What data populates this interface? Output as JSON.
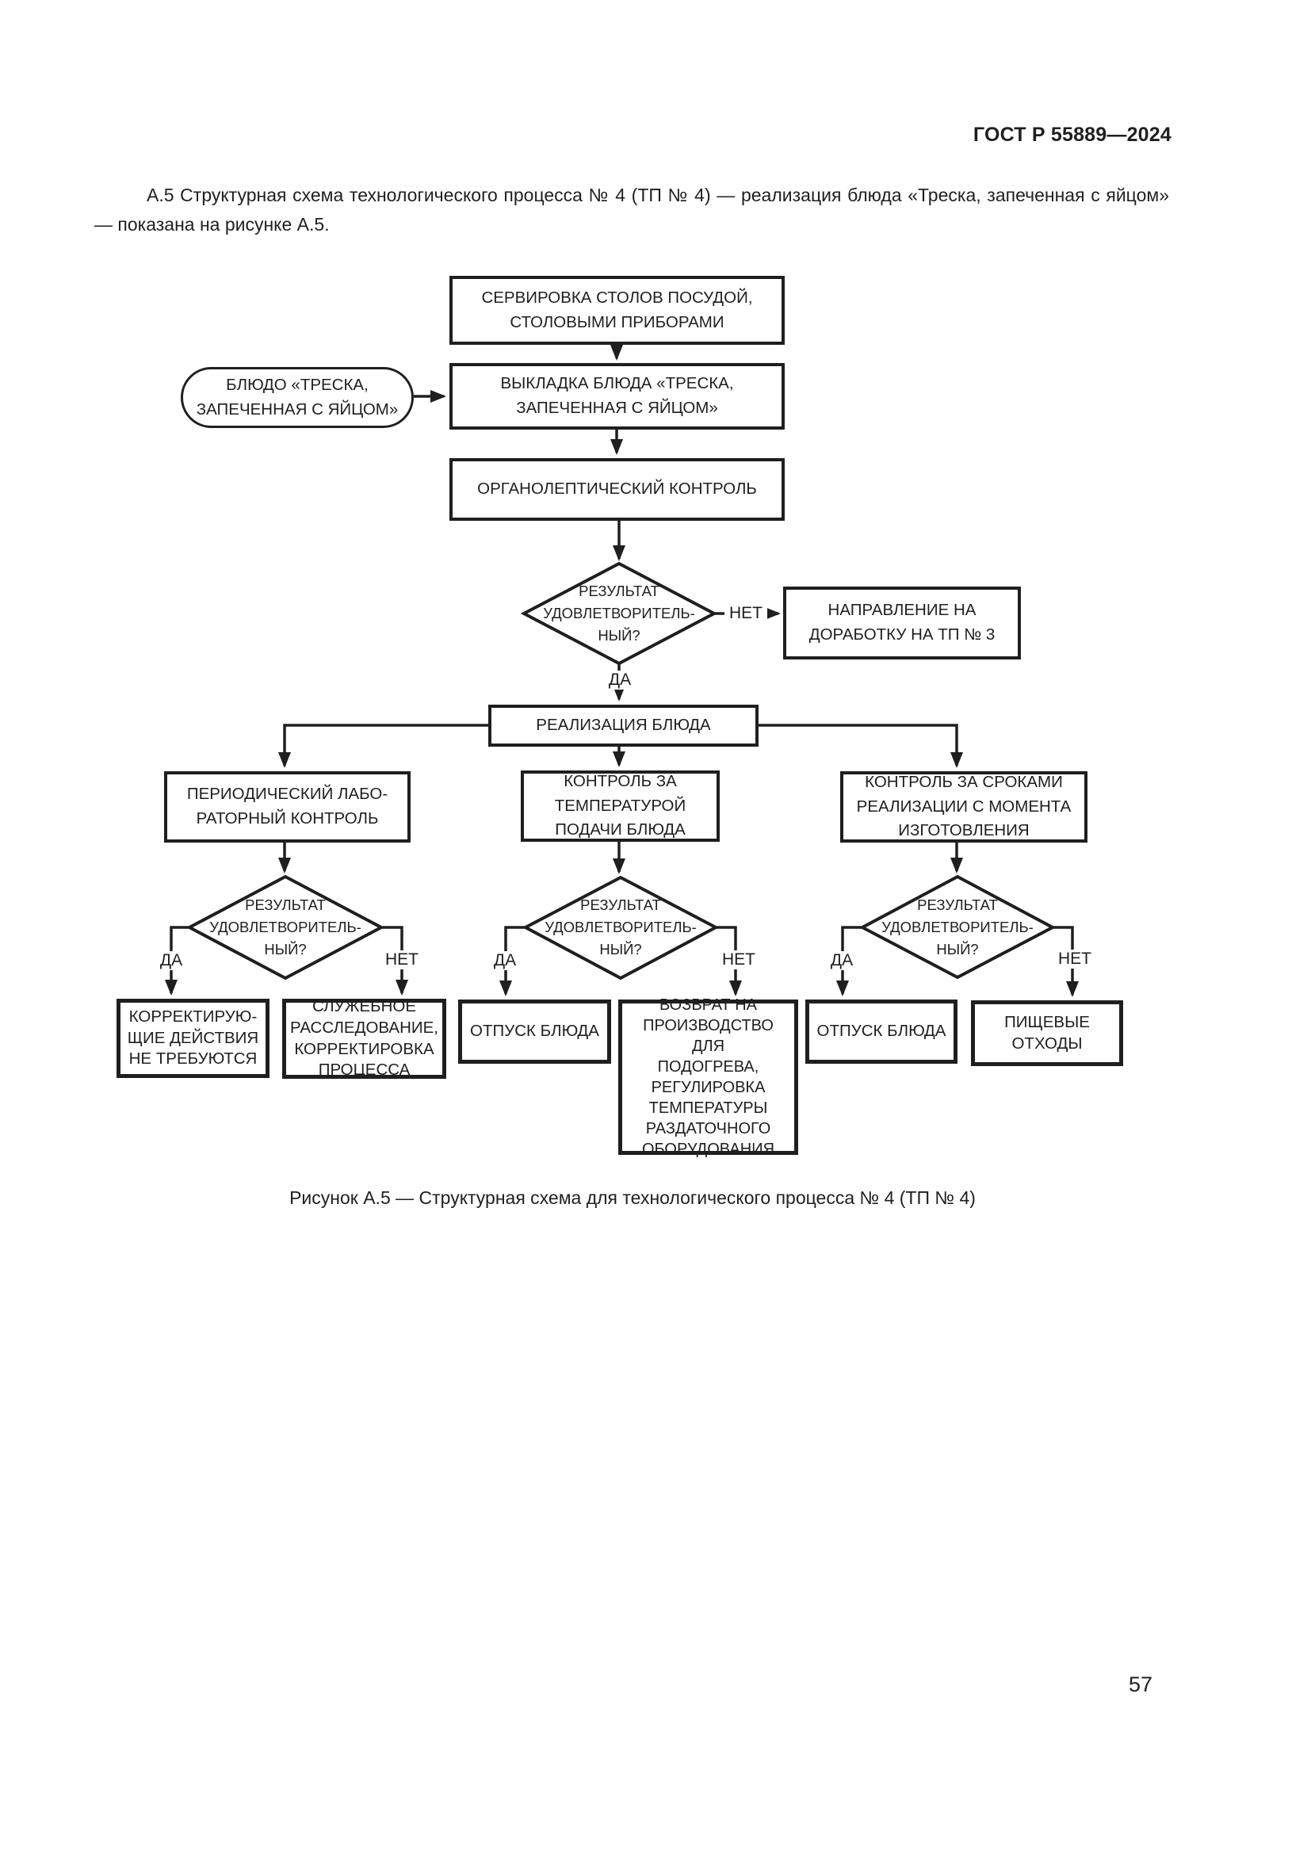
{
  "page": {
    "header": "ГОСТ Р 55889—2024",
    "intro": "А.5 Структурная схема технологического процесса № 4 (ТП № 4) — реализация блюда «Треска, запеченная с яйцом» — показана на рисунке А.5.",
    "caption": "Рисунок А.5 — Структурная схема для технологического процесса № 4 (ТП № 4)",
    "page_number": "57"
  },
  "colors": {
    "ink": "#1f1f1f",
    "paper": "#ffffff"
  },
  "flowchart": {
    "labels": {
      "yes": "ДА",
      "no": "НЕТ"
    },
    "nodes": {
      "serving": "СЕРВИРОВКА СТОЛОВ ПОСУДОЙ,\nСТОЛОВЫМИ ПРИБОРАМИ",
      "dish_input": "БЛЮДО «ТРЕСКА,\nЗАПЕЧЕННАЯ С ЯЙЦОМ»",
      "display": "ВЫКЛАДКА БЛЮДА «ТРЕСКА,\nЗАПЕЧЕННАЯ С ЯЙЦОМ»",
      "organoleptic": "ОРГАНОЛЕПТИЧЕСКИЙ КОНТРОЛЬ",
      "decision": "РЕЗУЛЬТАТ\nУДОВЛЕТВОРИТЕЛЬ-\nНЫЙ?",
      "rework": "НАПРАВЛЕНИЕ НА\nДОРАБОТКУ НА ТП № 3",
      "realization": "РЕАЛИЗАЦИЯ БЛЮДА",
      "lab_control": "ПЕРИОДИЧЕСКИЙ ЛАБО-\nРАТОРНЫЙ КОНТРОЛЬ",
      "temp_control": "КОНТРОЛЬ ЗА\nТЕМПЕРАТУРОЙ\nПОДАЧИ БЛЮДА",
      "term_control": "КОНТРОЛЬ ЗА СРОКАМИ\nРЕАЛИЗАЦИИ С МОМЕНТА\nИЗГОТОВЛЕНИЯ",
      "no_corrective": "КОРРЕКТИРУЮ-\nЩИЕ ДЕЙСТВИЯ\nНЕ ТРЕБУЮТСЯ",
      "investigation": "СЛУЖЕБНОЕ\nРАССЛЕДОВАНИЕ,\nКОРРЕКТИРОВКА\nПРОЦЕССА",
      "dispense_temp": "ОТПУСК БЛЮДА",
      "return_production": "ВОЗВРАТ НА\nПРОИЗВОДСТВО ДЛЯ\nПОДОГРЕВА,\nРЕГУЛИРОВКА\nТЕМПЕРАТУРЫ\nРАЗДАТОЧНОГО\nОБОРУДОВАНИЯ",
      "dispense_term": "ОТПУСК БЛЮДА",
      "food_waste": "ПИЩЕВЫЕ\nОТХОДЫ"
    }
  }
}
